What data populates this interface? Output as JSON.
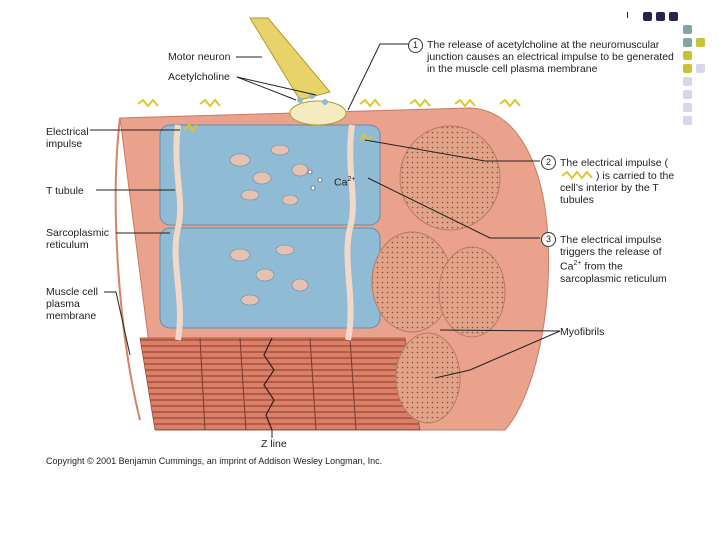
{
  "labels": {
    "motor_neuron": "Motor neuron",
    "acetylcholine": "Acetylcholine",
    "electrical_impulse": "Electrical\nimpulse",
    "t_tubule": "T tubule",
    "sarcoplasmic_reticulum": "Sarcoplasmic\nreticulum",
    "muscle_cell_plasma_membrane": "Muscle cell\nplasma\nmembrane",
    "ca_ion": "Ca",
    "ca_sup": "2+",
    "myofibrils": "Myofibrils",
    "z_line": "Z line"
  },
  "steps": [
    {
      "number": "1",
      "text": "The release of acetylcholine at the neuromuscular junction causes an electrical impulse to be generated in the muscle cell plasma membrane"
    },
    {
      "number": "2",
      "text_before": "The electrical impulse (",
      "text_after": ") is carried to the cell’s interior by the T tubules"
    },
    {
      "number": "3",
      "text_before": "The electrical impulse triggers the release of Ca",
      "sup": "2+",
      "text_after": " from the sarcoplasmic reticulum"
    }
  ],
  "copyright": "Copyright © 2001 Benjamin Cummings, an imprint of Addison Wesley Longman, Inc.",
  "colors": {
    "membrane": "#e6927a",
    "reticulum": "#8fbcd4",
    "myofibril": "#e0a084",
    "neuron": "#e8d26a",
    "impulse": "#e0c52a",
    "deco_purple": "#2d1f4e",
    "deco_teal": "#7fa6a6",
    "deco_yellow": "#c9c13a",
    "deco_lavender": "#d8d6ea"
  }
}
